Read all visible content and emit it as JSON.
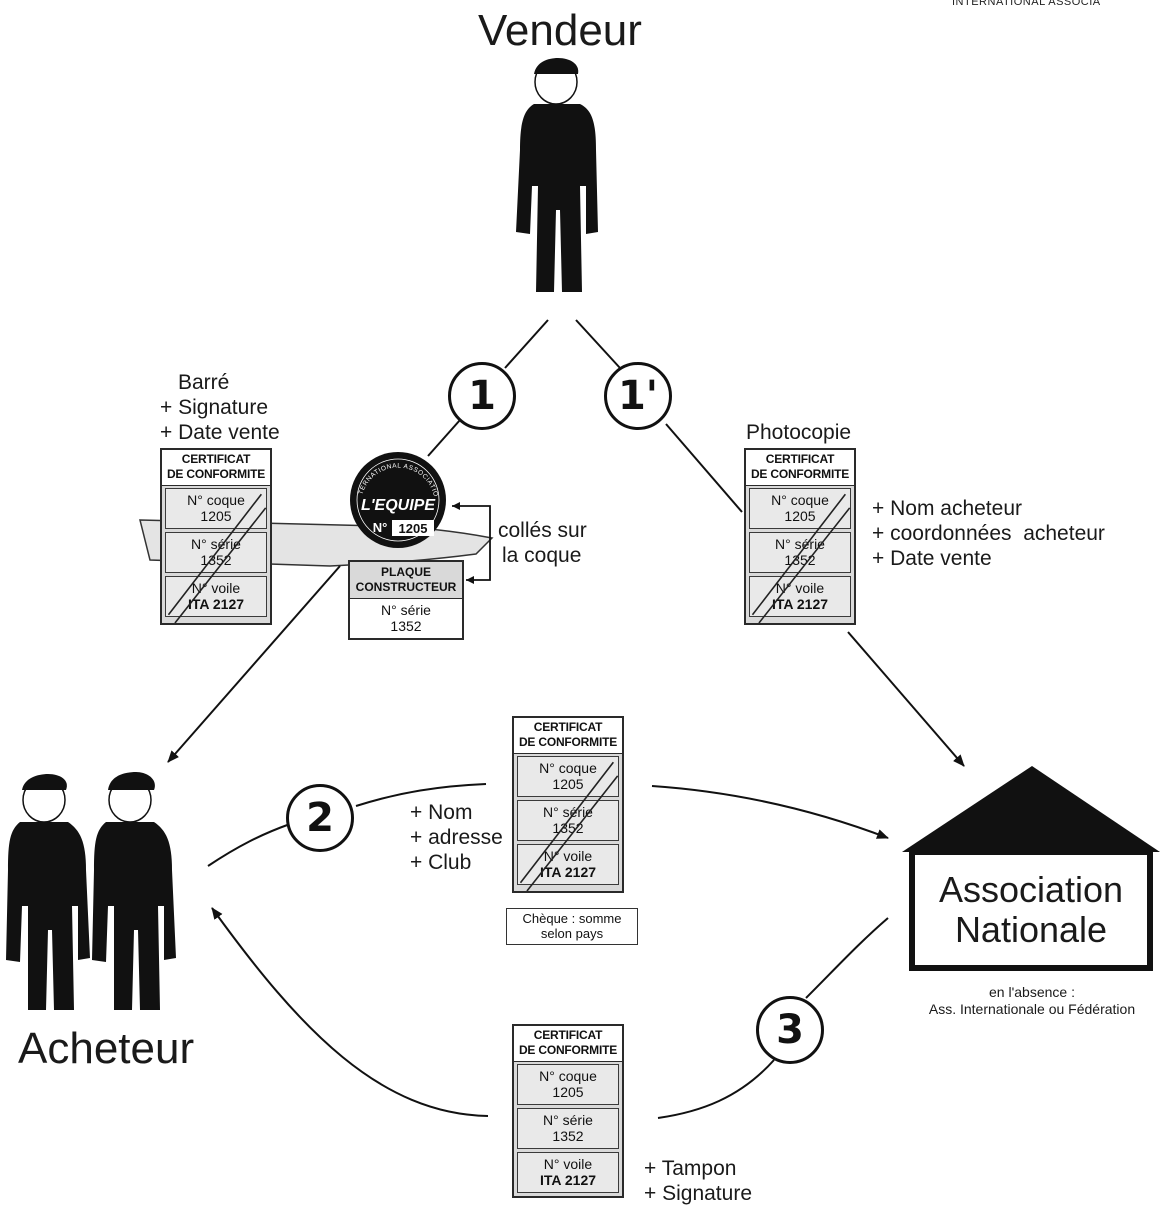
{
  "corner_text": "INTERNATIONAL ASSOCIA",
  "actors": {
    "seller": "Vendeur",
    "buyer": "Acheteur",
    "association": {
      "line1": "Association",
      "line2": "Nationale"
    },
    "association_note": {
      "line1": "en l'absence :",
      "line2": "Ass. Internationale ou Fédération"
    }
  },
  "steps": [
    "1",
    "1'",
    "2",
    "3"
  ],
  "certificate": {
    "header_line1": "CERTIFICAT",
    "header_line2": "DE CONFORMITE",
    "hull_label": "N° coque",
    "hull_number": "1205",
    "series_label": "N° série",
    "series_number": "1352",
    "sail_label": "N° voile",
    "sail_number": "ITA 2127"
  },
  "annotations": {
    "seller_cert": [
      "Barré",
      "+ Signature",
      "+ Date vente"
    ],
    "photocopy_title": "Photocopie",
    "photocopy_notes": [
      "+ Nom acheteur",
      "+ coordonnées  acheteur",
      "+ Date vente"
    ],
    "buyer_notes": [
      "+ Nom",
      "+ adresse",
      "+ Club"
    ],
    "return_notes": [
      "+ Tampon",
      "+ Signature"
    ],
    "glued": [
      "collés sur",
      "la coque"
    ],
    "cheque": [
      "Chèque : somme",
      "selon pays"
    ]
  },
  "hull_badge": {
    "ring_text": "INTERNATIONAL ASSOCIATION",
    "brand": "L'EQUIPE",
    "number_prefix": "N°",
    "number": "1205"
  },
  "builder_plate": {
    "header_line1": "PLAQUE",
    "header_line2": "CONSTRUCTEUR",
    "series_label": "N° série",
    "series_number": "1352"
  }
}
